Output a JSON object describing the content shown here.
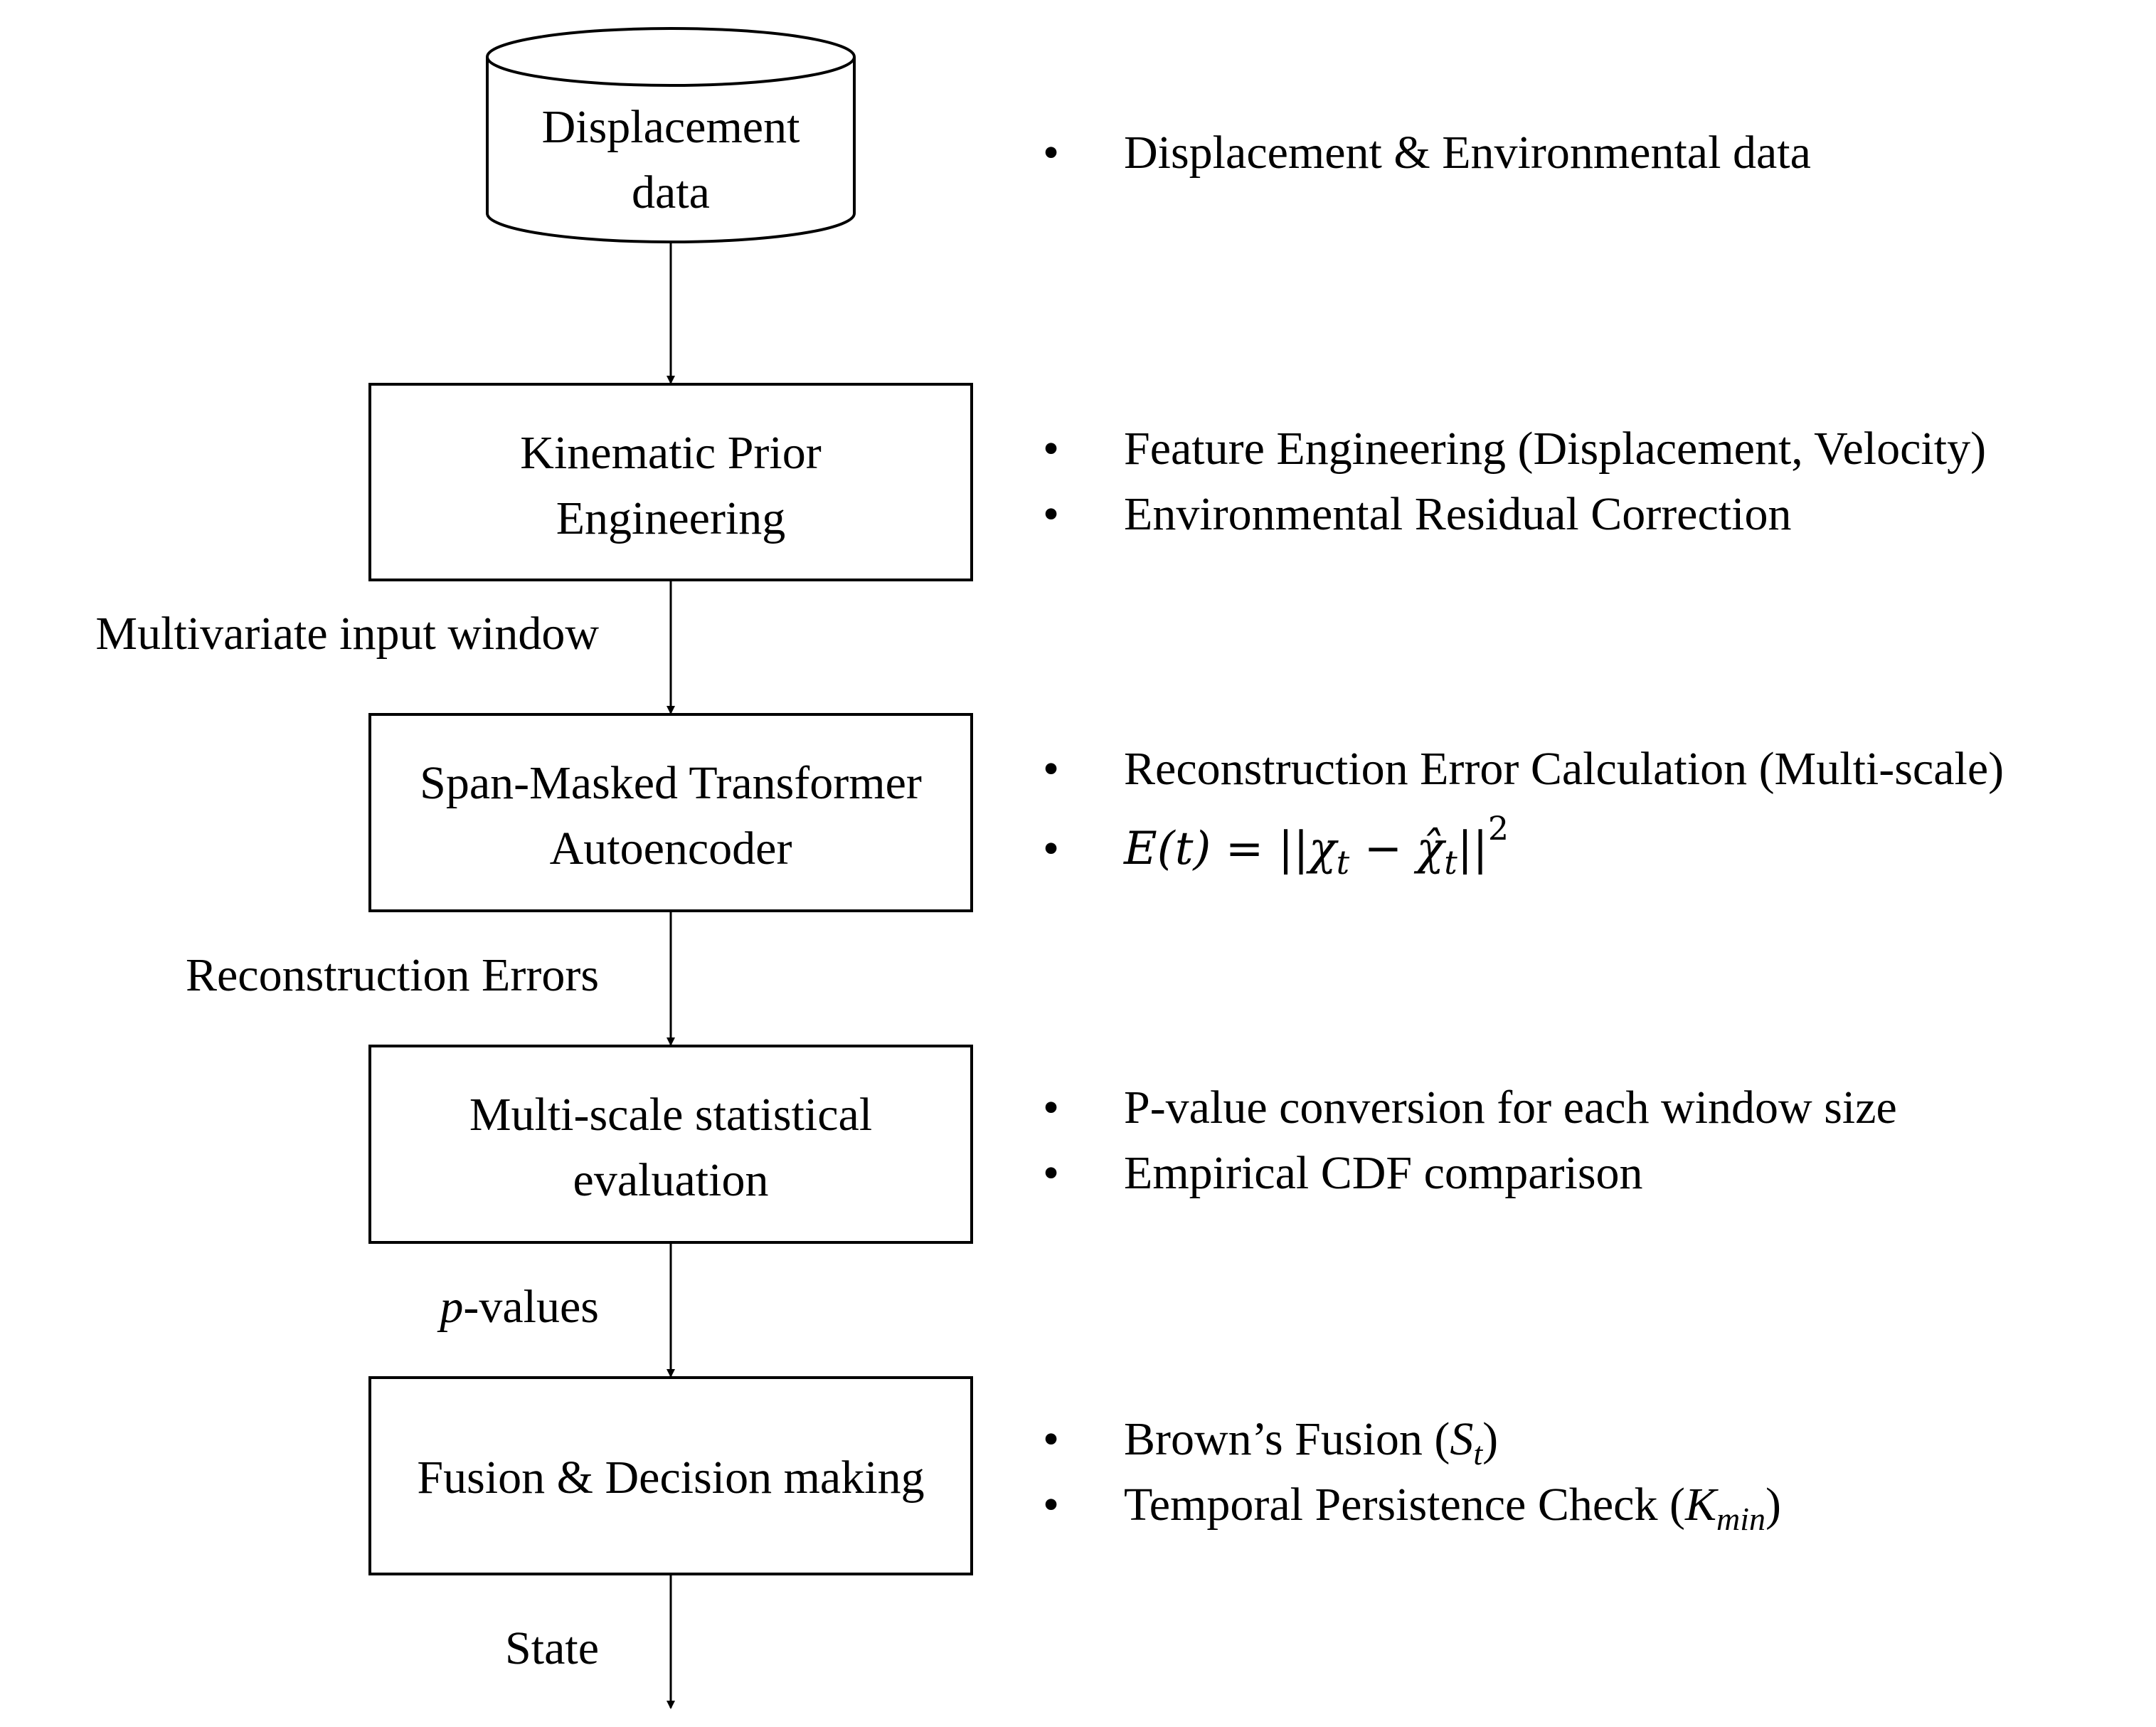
{
  "nodes": {
    "data_store": {
      "lines": [
        "Displacement",
        "data"
      ]
    },
    "kinematic": {
      "lines": [
        "Kinematic  Prior",
        "Engineering"
      ]
    },
    "transformer": {
      "lines": [
        "Span-Masked  Transformer",
        "Autoencoder"
      ]
    },
    "evaluation": {
      "lines": [
        "Multi-scale  statistical",
        "evaluation"
      ]
    },
    "fusion": {
      "lines": [
        "Fusion  &  Decision  making"
      ]
    }
  },
  "edge_labels": {
    "input_window": "Multivariate input window",
    "recon_errors": "Reconstruction  Errors",
    "p_values_italic": "p",
    "p_values_rest": "-values",
    "state": "State"
  },
  "notes": {
    "data_store": [
      "Displacement  &  Environmental  data"
    ],
    "kinematic": [
      "Feature  Engineering  (Displacement,  Velocity)",
      "Environmental  Residual  Correction"
    ],
    "transformer": [
      "Reconstruction  Error  Calculation  (Multi-scale)"
    ],
    "transformer_equation": {
      "lhs": "E(t) = ",
      "open_bars": "||",
      "x": "χ",
      "sub_t": "t",
      "minus": " − ",
      "xhat": "χ̂",
      "sub_t2": "t",
      "close_bars": "||",
      "power": "2"
    },
    "evaluation": [
      "P-value  conversion  for  each  window  size",
      "Empirical  CDF  comparison"
    ],
    "fusion_brown": {
      "text": "Brown’s  Fusion  (",
      "var": "S",
      "sub": "t",
      "close": ")"
    },
    "fusion_temporal": {
      "text": "Temporal  Persistence  Check  (",
      "var": "K",
      "sub": "min",
      "close": ")"
    }
  },
  "bullet": "•"
}
